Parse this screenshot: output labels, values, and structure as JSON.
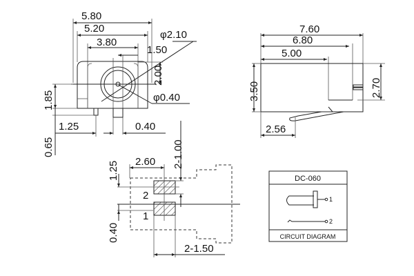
{
  "front_view": {
    "width_overall": "5.80",
    "width_body": "5.20",
    "width_inner": "3.80",
    "hole_dia": "φ2.10",
    "offset": "1.50",
    "height_center": "2.00",
    "pin_dia": "φ0.40",
    "flange_height": "1.85",
    "pin_height": "0.65",
    "pin_offset_left": "1.25",
    "pin_width": "0.40"
  },
  "side_view": {
    "length_overall": "7.60",
    "length_mid": "6.80",
    "length_body": "5.00",
    "height": "3.50",
    "pin_height": "2.70",
    "lever_offset": "2.56"
  },
  "footprint": {
    "pad_spacing": "2.60",
    "pad_height": "2-1.00",
    "upper_offset": "1.25",
    "lower_offset": "0.40",
    "pad_width": "2-1.50",
    "pad_label_1": "1",
    "pad_label_2": "2"
  },
  "circuit": {
    "model": "DC-060",
    "caption": "CIRCUIT DIAGRAM",
    "pin_1": "1",
    "pin_2": "2"
  }
}
